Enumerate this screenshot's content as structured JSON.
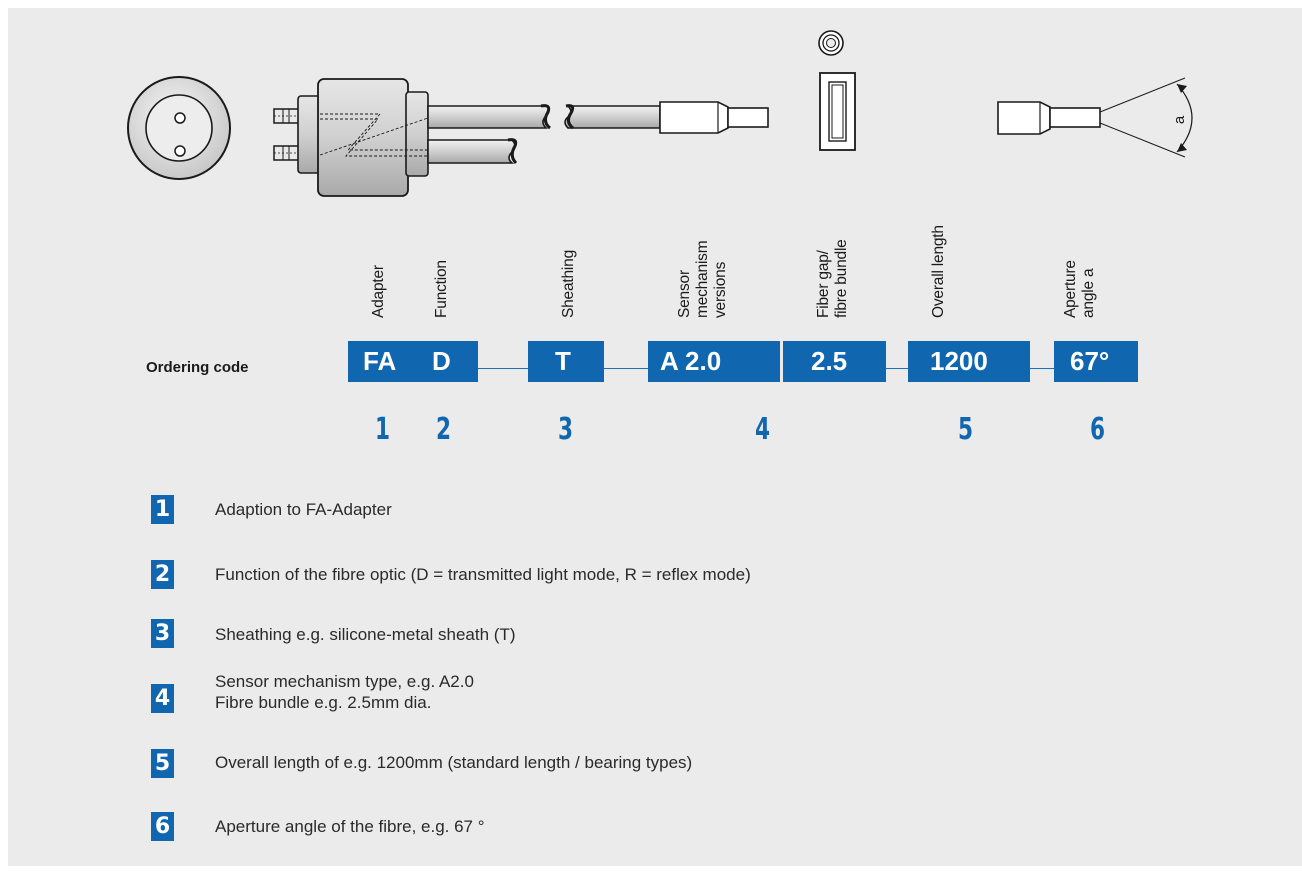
{
  "diagram": {
    "angle_symbol": "a"
  },
  "columns": [
    {
      "id": "adapter",
      "label": "Adapter"
    },
    {
      "id": "function",
      "label": "Function"
    },
    {
      "id": "sheathing",
      "label": "Sheathing"
    },
    {
      "id": "sensor",
      "label": "Sensor\nmechanism\nversions"
    },
    {
      "id": "fiber",
      "label": "Fiber gap/\nfibre bundle"
    },
    {
      "id": "length",
      "label": "Overall length"
    },
    {
      "id": "aperture",
      "label": "Aperture\nangle a"
    }
  ],
  "ordering": {
    "label": "Ordering code",
    "segments": [
      "FA",
      "D",
      "T",
      "A 2.0",
      "2.5",
      "1200",
      "67°"
    ],
    "numbers": [
      "1",
      "2",
      "3",
      "4",
      "5",
      "6"
    ]
  },
  "legend": [
    {
      "num": "1",
      "lines": [
        "Adaption to FA-Adapter"
      ]
    },
    {
      "num": "2",
      "lines": [
        "Function of the fibre optic (D = transmitted light mode, R = reflex mode)"
      ]
    },
    {
      "num": "3",
      "lines": [
        "Sheathing e.g. silicone-metal sheath (T)"
      ]
    },
    {
      "num": "4",
      "lines": [
        "Sensor mechanism type, e.g. A2.0",
        "Fibre bundle e.g. 2.5mm dia."
      ]
    },
    {
      "num": "5",
      "lines": [
        "Overall length of e.g. 1200mm (standard length / bearing types)"
      ]
    },
    {
      "num": "6",
      "lines": [
        "Aperture angle of the fibre, e.g. 67 °"
      ]
    }
  ],
  "colors": {
    "background": "#ebebeb",
    "accent_blue": "#1166b0",
    "text": "#1a1a1a"
  }
}
